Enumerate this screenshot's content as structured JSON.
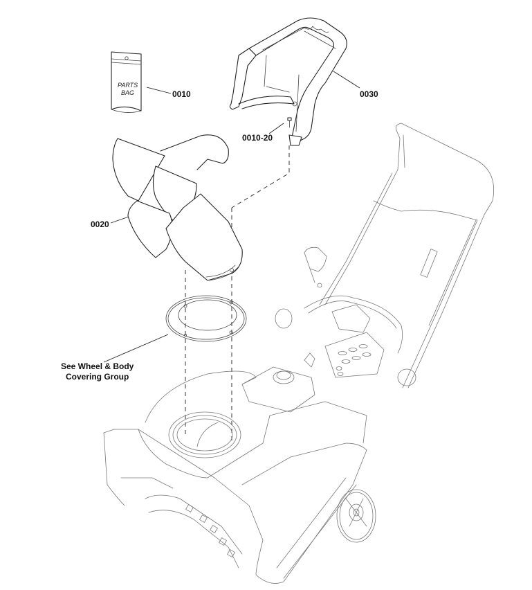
{
  "diagram": {
    "type": "exploded-parts-diagram",
    "subject": "Snow thrower discharge chute assembly",
    "parts_bag": {
      "label_line1": "PARTS",
      "label_line2": "BAG"
    },
    "callouts": [
      {
        "id": "0010",
        "text": "0010",
        "refers_to": "parts bag"
      },
      {
        "id": "0030",
        "text": "0030",
        "refers_to": "chute handle / deflector frame"
      },
      {
        "id": "0010-20",
        "text": "0010-20",
        "refers_to": "screw"
      },
      {
        "id": "0020",
        "text": "0020",
        "refers_to": "discharge chute"
      }
    ],
    "reference_note": {
      "line1": "See Wheel & Body",
      "line2": "Covering Group"
    }
  }
}
